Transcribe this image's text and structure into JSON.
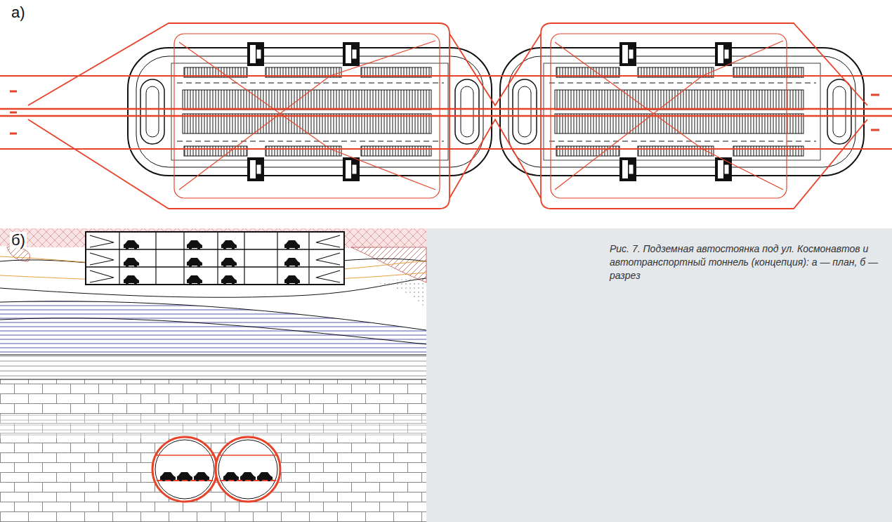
{
  "diagram": {
    "caption": "Рис. 7. Подземная автостоянка под ул. Космонавтов и автотранспортный тоннель (концепция): а — план, б — разрез",
    "labels": [
      "а)",
      "б)"
    ]
  }
}
